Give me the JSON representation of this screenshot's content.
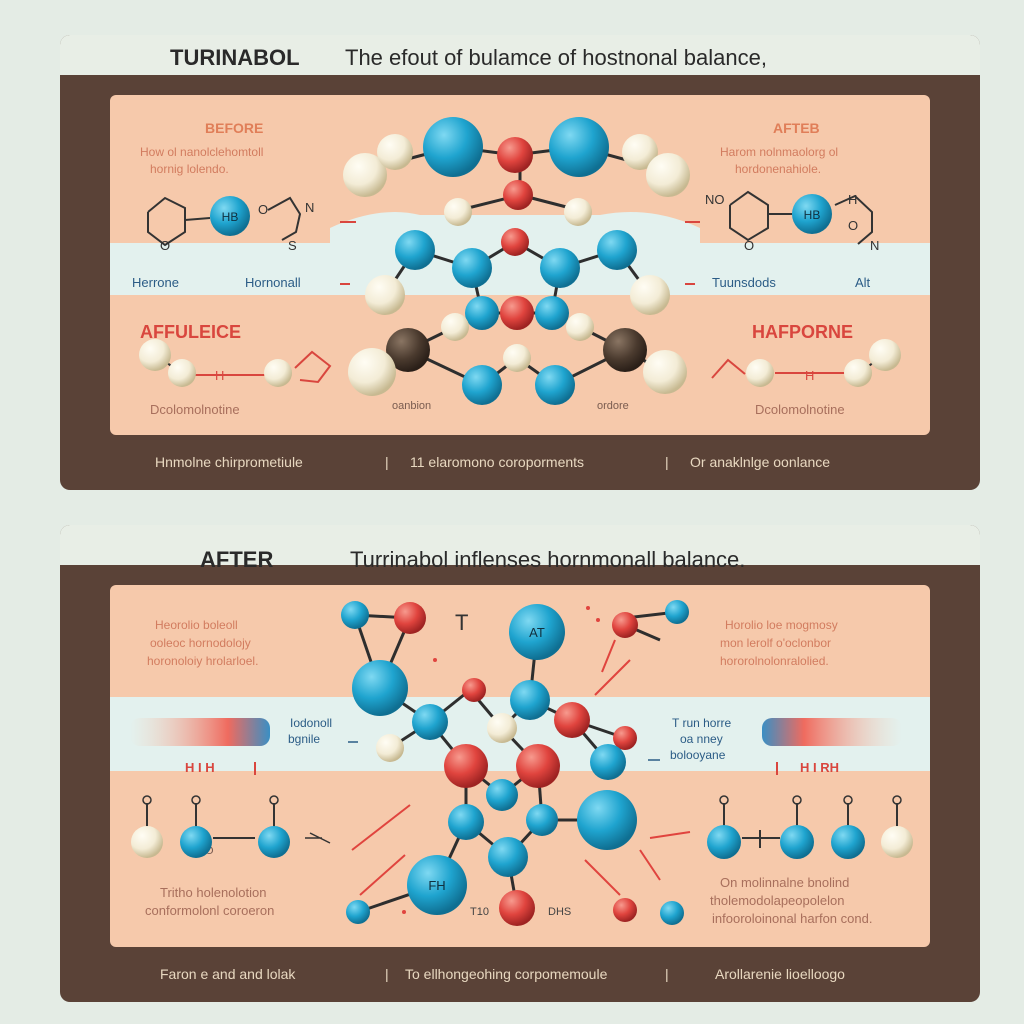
{
  "top": {
    "title_lead": "TURINABOL",
    "title_rest": "The efout of bulamce of hostnonal balance,",
    "before": "BEFORE",
    "before_desc_1": "How ol nanolclehomtoll",
    "before_desc_2": "hornig lolendo.",
    "after": "AFTEB",
    "after_desc_1": "Harom nolnmaolorg ol",
    "after_desc_2": "hordonenahiole.",
    "mol_left": [
      "O",
      "N",
      "S"
    ],
    "mol_right": [
      "NO",
      "H",
      "O",
      "N",
      "O"
    ],
    "hb": "HB",
    "band_l1": "Herrone",
    "band_l2": "Hornonall",
    "band_r1": "Tuunsdods",
    "band_r2": "Alt",
    "left_heading": "AFFULEICE",
    "right_heading": "HAFPORNE",
    "left_caption": "Dcolomolnotine",
    "right_caption": "Dcolomolnotine",
    "h_label": "H",
    "center_l": "oanbion",
    "center_r": "ordore",
    "footer": [
      "Hnmolne chirprometiule",
      "11 elaromono coroporments",
      "Or anaklnlge oonlance"
    ]
  },
  "bottom": {
    "title_lead": "AFTER",
    "title_rest": "Turrinabol inflenses hornmonall balance.",
    "left_desc": [
      "Heorolio boleoll",
      "ooleoc hornodolojy",
      "horonoloiy hrolarloel."
    ],
    "right_desc": [
      "Horolio loe mogmosy",
      "mon lerolf o'oclonbor",
      "hororolnolonralolied."
    ],
    "band_l": [
      "Iodonoll",
      "bgnile"
    ],
    "band_r": [
      "T run horre",
      "oa nney",
      "bolooyane"
    ],
    "hih_left": "H I H",
    "hih_right": "H I RH",
    "t_mark": "T",
    "at": "AT",
    "fh": "FH",
    "lower_left": [
      "Tritho holenolotion",
      "conformolonl coroeron"
    ],
    "lower_right": [
      "On molinnalne bnolind",
      "tholemodolapeopolelon",
      "infooroloinonal harfon cond."
    ],
    "mol_l": [
      "O",
      "T10",
      "DHS"
    ],
    "footer": [
      "Faron e and and lolak",
      "To ellhongeohing corpomemoule",
      "Arollarenie lioelloogo"
    ]
  },
  "colors": {
    "blue": "#1fa4cf",
    "red": "#e0443e",
    "cream": "#f3ecd6",
    "dark": "#4a3a2e"
  }
}
